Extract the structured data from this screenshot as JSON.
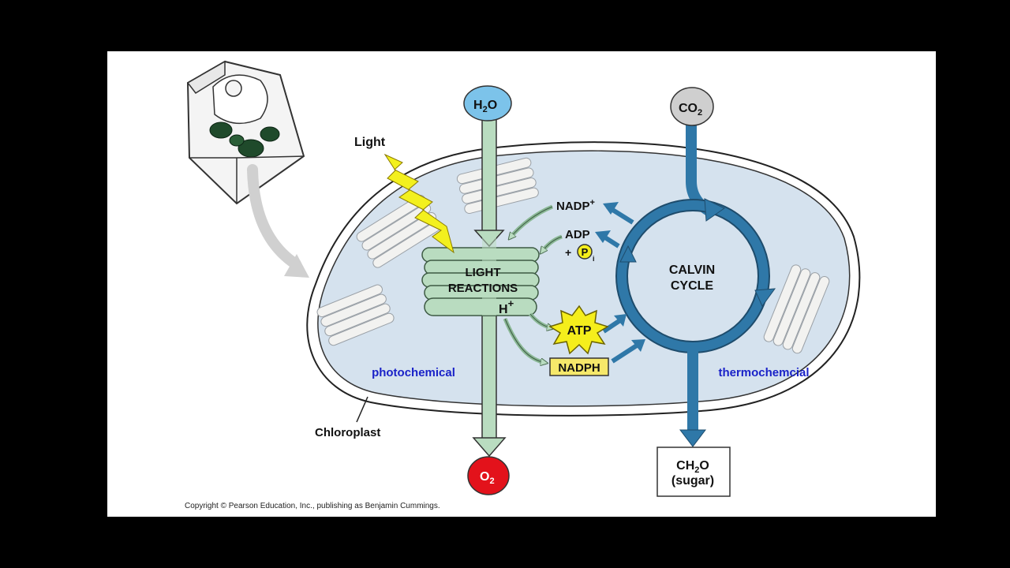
{
  "diagram": {
    "labels": {
      "light": "Light",
      "h2o": "H",
      "h2o_sub": "2",
      "h2o_end": "O",
      "co2": "CO",
      "co2_sub": "2",
      "o2": "O",
      "o2_sub": "2",
      "light_reactions_1": "LIGHT",
      "light_reactions_2": "REACTIONS",
      "h_plus": "H",
      "h_plus_sup": "+",
      "nadp_plus": "NADP",
      "nadp_plus_sup": "+",
      "adp": "ADP",
      "plus_pi": "+",
      "pi": "P",
      "pi_sub": "i",
      "atp": "ATP",
      "nadph": "NADPH",
      "calvin_1": "CALVIN",
      "calvin_2": "CYCLE",
      "photochemical": "photochemical",
      "thermochemical": "thermochemcial",
      "chloroplast": "Chloroplast",
      "ch2o_1": "CH",
      "ch2o_sub": "2",
      "ch2o_end": "O",
      "ch2o_2": "(sugar)"
    },
    "colors": {
      "stroma": "#d5e2ee",
      "green_arrow": "#b9dcc0",
      "blue_arrow": "#2f78a8",
      "h2o_fill": "#7cc3ea",
      "co2_fill": "#cfcfcf",
      "o2_fill": "#e3121b",
      "atp_fill": "#f5ee1c",
      "nadph_fill": "#f6e86a",
      "label_blue": "#1a22c8",
      "lightning": "#f3f01e"
    }
  },
  "footer": {
    "copyright": "Copyright © Pearson Education, Inc., publishing as Benjamin Cummings."
  }
}
